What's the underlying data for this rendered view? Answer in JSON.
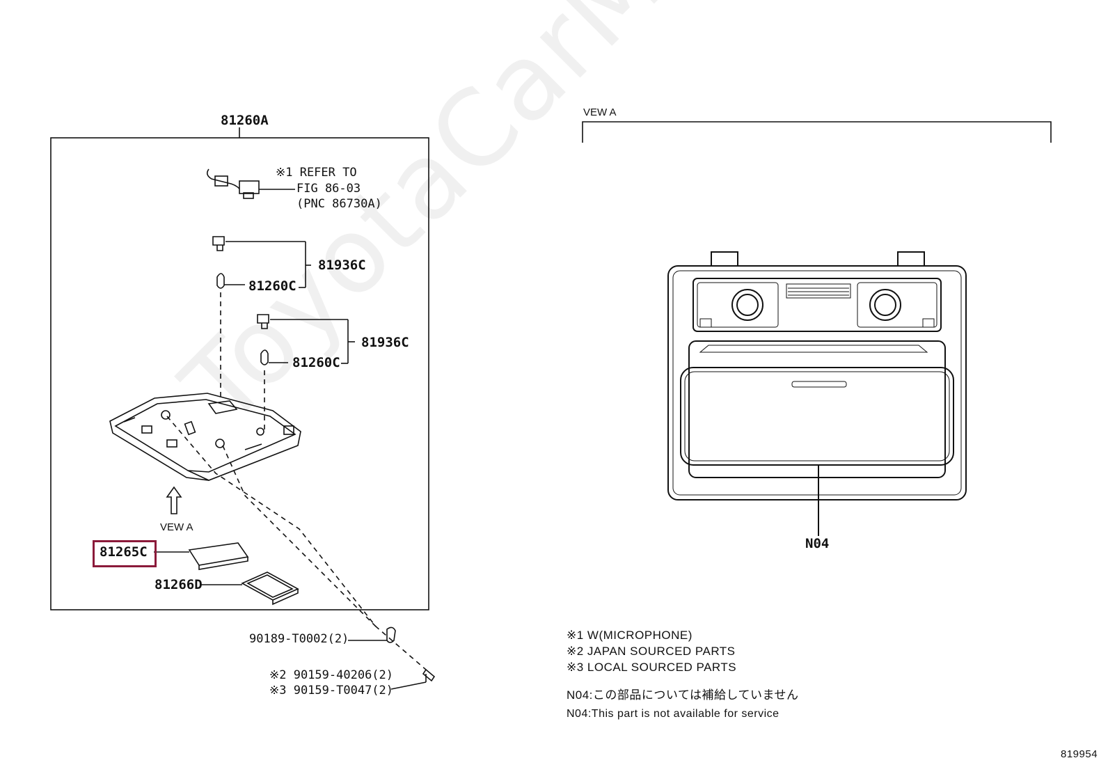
{
  "watermark": "ToyotaCarMine.ru",
  "labels": {
    "assembly": "81260A",
    "refer_line1": "※1 REFER TO",
    "refer_line2": "FIG 86-03",
    "refer_line3": "(PNC 86730A)",
    "clip_a": "81936C",
    "plug_a": "81260C",
    "clip_b": "81936C",
    "plug_b": "81260C",
    "view_a_left": "VEW A",
    "lens": "81265C",
    "cover": "81266D",
    "nut": "90189-T0002(2)",
    "screw_jp": "※2 90159-40206(2)",
    "screw_local": "※3 90159-T0047(2)",
    "view_a_right": "VEW A",
    "n04": "N04"
  },
  "notes": {
    "note1": "※1 W(MICROPHONE)",
    "note2": "※2 JAPAN SOURCED PARTS",
    "note3": "※3 LOCAL SOURCED PARTS",
    "jp_note": "N04:この部品については補給していません",
    "en_note": "N04:This part is not available for service"
  },
  "figure_number": "819954",
  "highlight_color": "#8b1a3a"
}
